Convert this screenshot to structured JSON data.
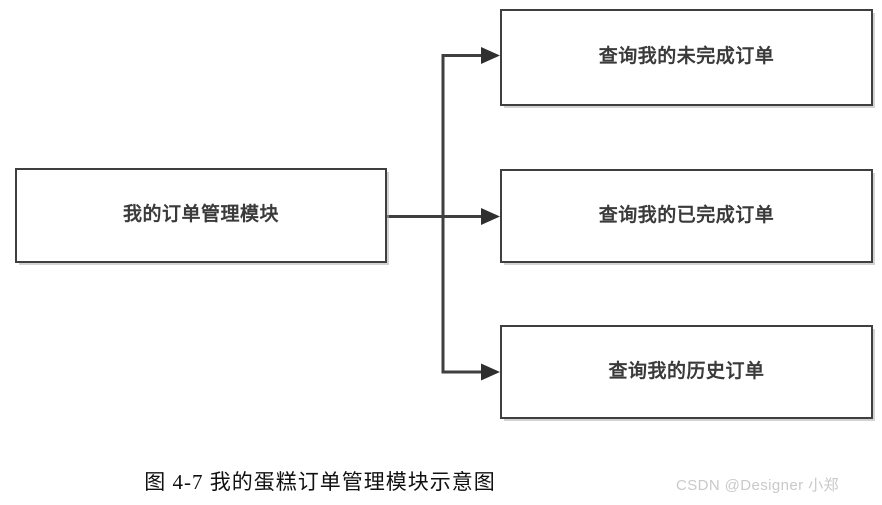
{
  "diagram": {
    "root": {
      "label": "我的订单管理模块"
    },
    "branches": [
      {
        "label": "查询我的未完成订单"
      },
      {
        "label": "查询我的已完成订单"
      },
      {
        "label": "查询我的历史订单"
      }
    ],
    "colors": {
      "stroke": "#3f3f3f",
      "box_fill": "#ffffff",
      "text": "#3a3a3a",
      "shadow": "#afafaf",
      "caption_text": "#101010",
      "watermark_text": "#c9c9c9"
    }
  },
  "caption": {
    "text": "图 4-7 我的蛋糕订单管理模块示意图"
  },
  "watermark": {
    "text": "CSDN @Designer 小郑"
  }
}
